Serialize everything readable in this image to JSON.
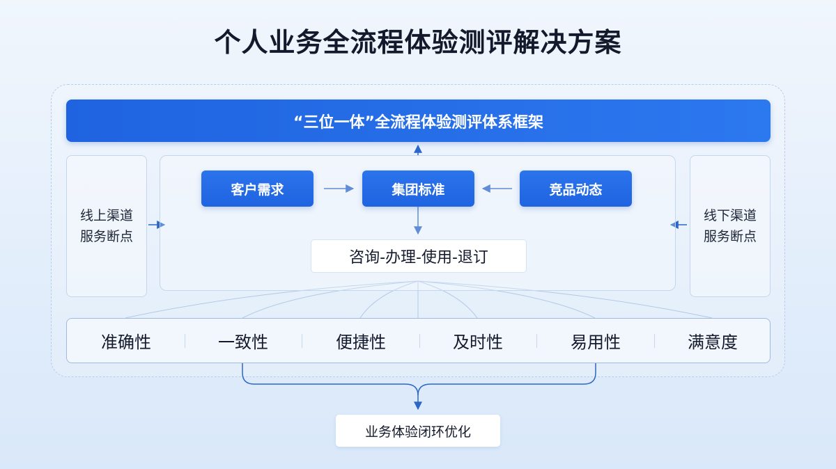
{
  "title": "个人业务全流程体验测评解决方案",
  "framework": {
    "title": "“三位一体”全流程体验测评体系框架"
  },
  "sides": {
    "left": {
      "line1": "线上渠道",
      "line2": "服务断点"
    },
    "right": {
      "line1": "线下渠道",
      "line2": "服务断点"
    }
  },
  "inputs": {
    "customer": "客户需求",
    "group": "集团标准",
    "competitor": "竞品动态"
  },
  "process": "咨询-办理-使用-退订",
  "metrics": [
    "准确性",
    "一致性",
    "便捷性",
    "及时性",
    "易用性",
    "满意度"
  ],
  "result": "业务体验闭环优化",
  "colors": {
    "primary": "#1f63e0",
    "line": "#9fbbe0",
    "arrow": "#2c67c8"
  }
}
